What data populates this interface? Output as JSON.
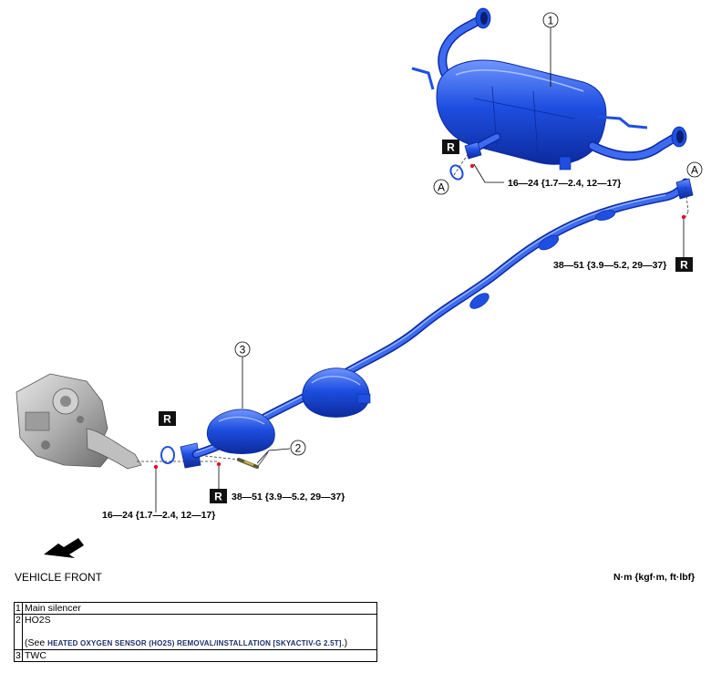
{
  "callouts": {
    "c1": "1",
    "c2": "2",
    "c3": "3",
    "cA_top": "A",
    "cA_right": "A"
  },
  "replace_marks": {
    "r1": "R",
    "r2": "R",
    "r3": "R",
    "r4": "R"
  },
  "torques": {
    "t_top": "16—24 {1.7—2.4, 12—17}",
    "t_right": "38—51 {3.9—5.2, 29—37}",
    "t_mid": "38—51 {3.9—5.2, 29—37}",
    "t_bottom": "16—24 {1.7—2.4, 12—17}"
  },
  "vehicle_front": "VEHICLE FRONT",
  "units": "N·m {kgf·m, ft·lbf}",
  "legend": [
    {
      "num": "1",
      "text": "Main silencer"
    },
    {
      "num": "2",
      "text": "HO2S",
      "see_prefix": "(See ",
      "link": "HEATED OXYGEN SENSOR (HO2S) REMOVAL/INSTALLATION [SKYACTIV-G 2.5T]",
      "see_suffix": ".)"
    },
    {
      "num": "3",
      "text": "TWC"
    }
  ],
  "colors": {
    "pipe": "#1e4fe0",
    "pipe_dark": "#0c2a9e",
    "pipe_light": "#6f95ff",
    "engine": "#b5b5b5"
  }
}
